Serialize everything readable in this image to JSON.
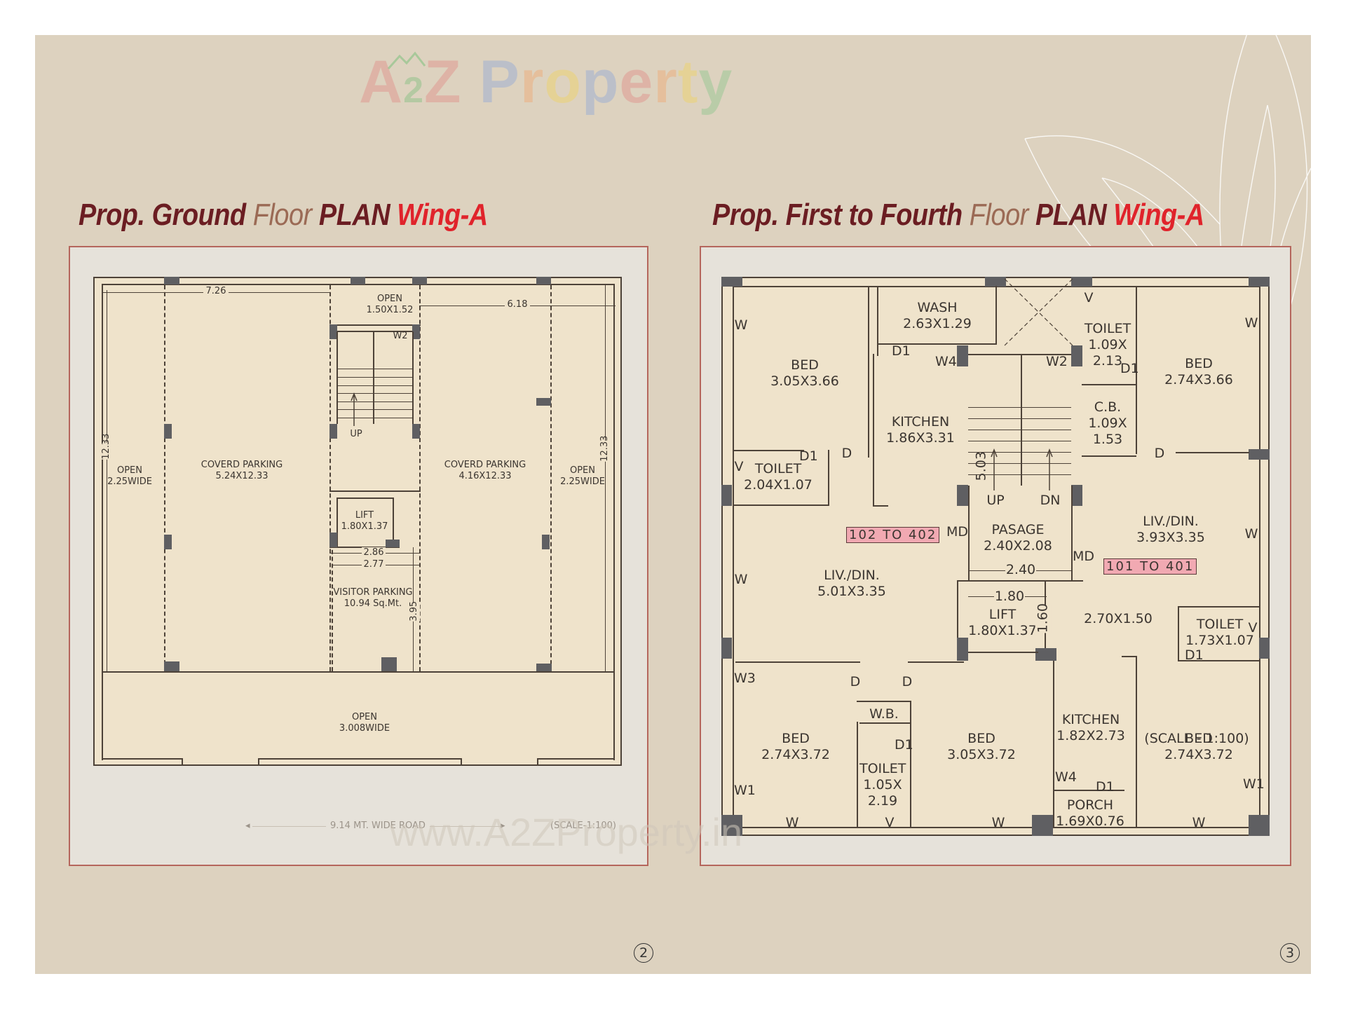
{
  "watermark": {
    "brand_letters": [
      {
        "ch": "A",
        "color": "#e08a86"
      },
      {
        "ch": "2",
        "color": "#7cbf7c"
      },
      {
        "ch": "Z",
        "color": "#e08a86"
      },
      {
        "ch": " ",
        "color": "#000000"
      },
      {
        "ch": "P",
        "color": "#8ea7d9"
      },
      {
        "ch": "r",
        "color": "#f0a66e"
      },
      {
        "ch": "o",
        "color": "#f2d45c"
      },
      {
        "ch": "p",
        "color": "#8ea7d9"
      },
      {
        "ch": "e",
        "color": "#e08a86"
      },
      {
        "ch": "r",
        "color": "#f0a66e"
      },
      {
        "ch": "t",
        "color": "#f2d45c"
      },
      {
        "ch": "y",
        "color": "#89c48a"
      }
    ],
    "site_url": "www.A2ZProperty.in"
  },
  "colors": {
    "page_bg": "#ddd2bf",
    "frame_border": "#b5665c",
    "plan_fill": "#efe3cb",
    "title_dark": "#6b1d22",
    "title_light": "#9b6a55",
    "title_red": "#e0232b",
    "unit_tag": "#f1a9b2"
  },
  "ground_floor": {
    "title": {
      "p1": "Prop. Ground ",
      "p2": "Floor ",
      "p3": "PLAN ",
      "p4": "Wing-A"
    },
    "dimensions": {
      "top_left": "7.26",
      "top_right": "6.18",
      "left_vertical": "12.33",
      "right_vertical": "12.33",
      "lobby_w1": "2.86",
      "lobby_w2": "2.77",
      "lobby_h": "3.95"
    },
    "rooms": {
      "open_left": {
        "name": "OPEN",
        "size": "2.25WIDE"
      },
      "parking_left": {
        "name": "COVERD PARKING",
        "size": "5.24X12.33"
      },
      "open_top": {
        "name": "OPEN",
        "size": "1.50X1.52"
      },
      "window_w2": "W2",
      "stair_up": "UP",
      "lift": {
        "name": "LIFT",
        "size": "1.80X1.37"
      },
      "visitor_parking": {
        "name": "VISITOR PARKING",
        "size": "10.94 Sq.Mt."
      },
      "parking_right": {
        "name": "COVERD PARKING",
        "size": "4.16X12.33"
      },
      "open_right": {
        "name": "OPEN",
        "size": "2.25WIDE"
      },
      "open_front": {
        "name": "OPEN",
        "size": "3.008WIDE"
      }
    },
    "road_label": "9.14  MT.  WIDE  ROAD",
    "scale_label": "(SCALE-1:100)",
    "page_number": "2"
  },
  "typical_floor": {
    "title": {
      "p1": "Prop. First  to Fourth ",
      "p2": "Floor ",
      "p3": "PLAN ",
      "p4": "Wing-A"
    },
    "unit_tags": {
      "left": "102  TO  402",
      "right": "101  TO  401"
    },
    "rooms": {
      "bed_tl": {
        "name": "BED",
        "size": "3.05X3.66"
      },
      "wash": {
        "name": "WASH",
        "size": "2.63X1.29"
      },
      "kitchen_l": {
        "name": "KITCHEN",
        "size": "1.86X3.31"
      },
      "toilet_l": {
        "name": "TOILET",
        "size": "2.04X1.07"
      },
      "toilet_tr": {
        "name": "TOILET",
        "size1": "1.09X",
        "size2": "2.13"
      },
      "cb": {
        "name": "C.B.",
        "size1": "1.09X",
        "size2": "1.53"
      },
      "bed_tr": {
        "name": "BED",
        "size": "2.74X3.66"
      },
      "passage": {
        "name": "PASAGE",
        "size": "2.40X2.08"
      },
      "liv_l": {
        "name": "LIV./DIN.",
        "size": "5.01X3.35"
      },
      "liv_r": {
        "name": "LIV./DIN.",
        "size": "3.93X3.35"
      },
      "lift": {
        "name": "LIFT",
        "size": "1.80X1.37"
      },
      "foyer_r": {
        "size": "2.70X1.50"
      },
      "toilet_mr": {
        "name": "TOILET",
        "size": "1.73X1.07"
      },
      "bed_bl": {
        "name": "BED",
        "size": "2.74X3.72"
      },
      "wb": {
        "name": "W.B."
      },
      "toilet_b": {
        "name": "TOILET",
        "size1": "1.05X",
        "size2": "2.19"
      },
      "bed_bm": {
        "name": "BED",
        "size": "3.05X3.72"
      },
      "kitchen_r": {
        "name": "KITCHEN",
        "size": "1.82X2.73"
      },
      "porch": {
        "name": "PORCH",
        "size": "1.69X0.76"
      },
      "bed_br": {
        "name": "BED",
        "size": "2.74X3.72"
      }
    },
    "stair": {
      "up": "UP",
      "dn": "DN",
      "dim": "5.03"
    },
    "dims": {
      "passage_w": "2.40",
      "lift_w": "1.80",
      "lift_h": "1.60"
    },
    "marks": {
      "W": "W",
      "W1": "W1",
      "W2": "W2",
      "W3": "W3",
      "W4": "W4",
      "D": "D",
      "D1": "D1",
      "MD": "MD",
      "V": "V"
    },
    "scale_label": "(SCALE - 1:100)",
    "page_number": "3"
  }
}
